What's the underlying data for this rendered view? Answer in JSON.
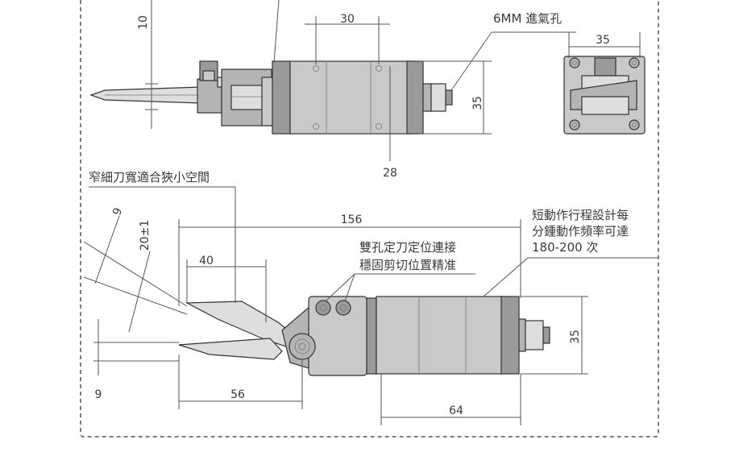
{
  "top_view": {
    "dim_10": "10",
    "dim_30": "30",
    "dim_35_side": "35",
    "dim_28": "28",
    "air_hole_note": "6MM 進氣孔"
  },
  "end_view": {
    "dim_35": "35"
  },
  "bottom_view": {
    "narrow_blade_note": "窄細刀寬適合狹小空間",
    "dim_9_top": "9",
    "dim_20": "20±1",
    "dim_156": "156",
    "dim_40": "40",
    "dim_56": "56",
    "dim_9_bottom": "9",
    "dim_64": "64",
    "dim_35": "35",
    "double_hole_note_line1": "雙孔定刀定位連接",
    "double_hole_note_line2": "穩固剪切位置精准",
    "stroke_note_line1": "短動作行程設計每",
    "stroke_note_line2": "分鍾動作頻率可達",
    "stroke_note_line3": "180-200 次"
  },
  "colors": {
    "border": "#555555",
    "metal_light": "#dedede",
    "metal_mid": "#c9c9c9",
    "metal_dark": "#9a9a9a"
  }
}
